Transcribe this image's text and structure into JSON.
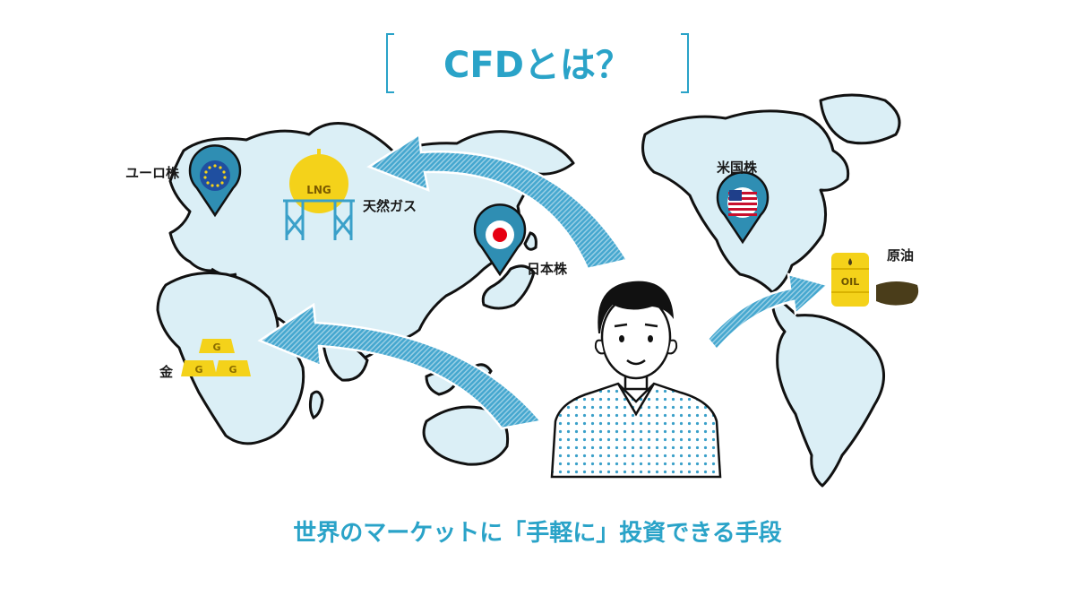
{
  "title": "CFDとは？",
  "subtitle": "世界のマーケットに「手軽に」投資できる手段",
  "labels": {
    "euro_stocks": "ユーロ株",
    "natural_gas": "天然ガス",
    "japan_stocks": "日本株",
    "us_stocks": "米国株",
    "crude_oil": "原油",
    "gold": "金"
  },
  "tank_text": "LNG",
  "barrel_text": "OIL",
  "gold_mark": "G",
  "colors": {
    "accent": "#2aa3c8",
    "land": "#dbeff6",
    "outline": "#111111",
    "pin": "#2f8eb3",
    "gold": "#f4d21a",
    "arrow": "#3aa0c9"
  }
}
